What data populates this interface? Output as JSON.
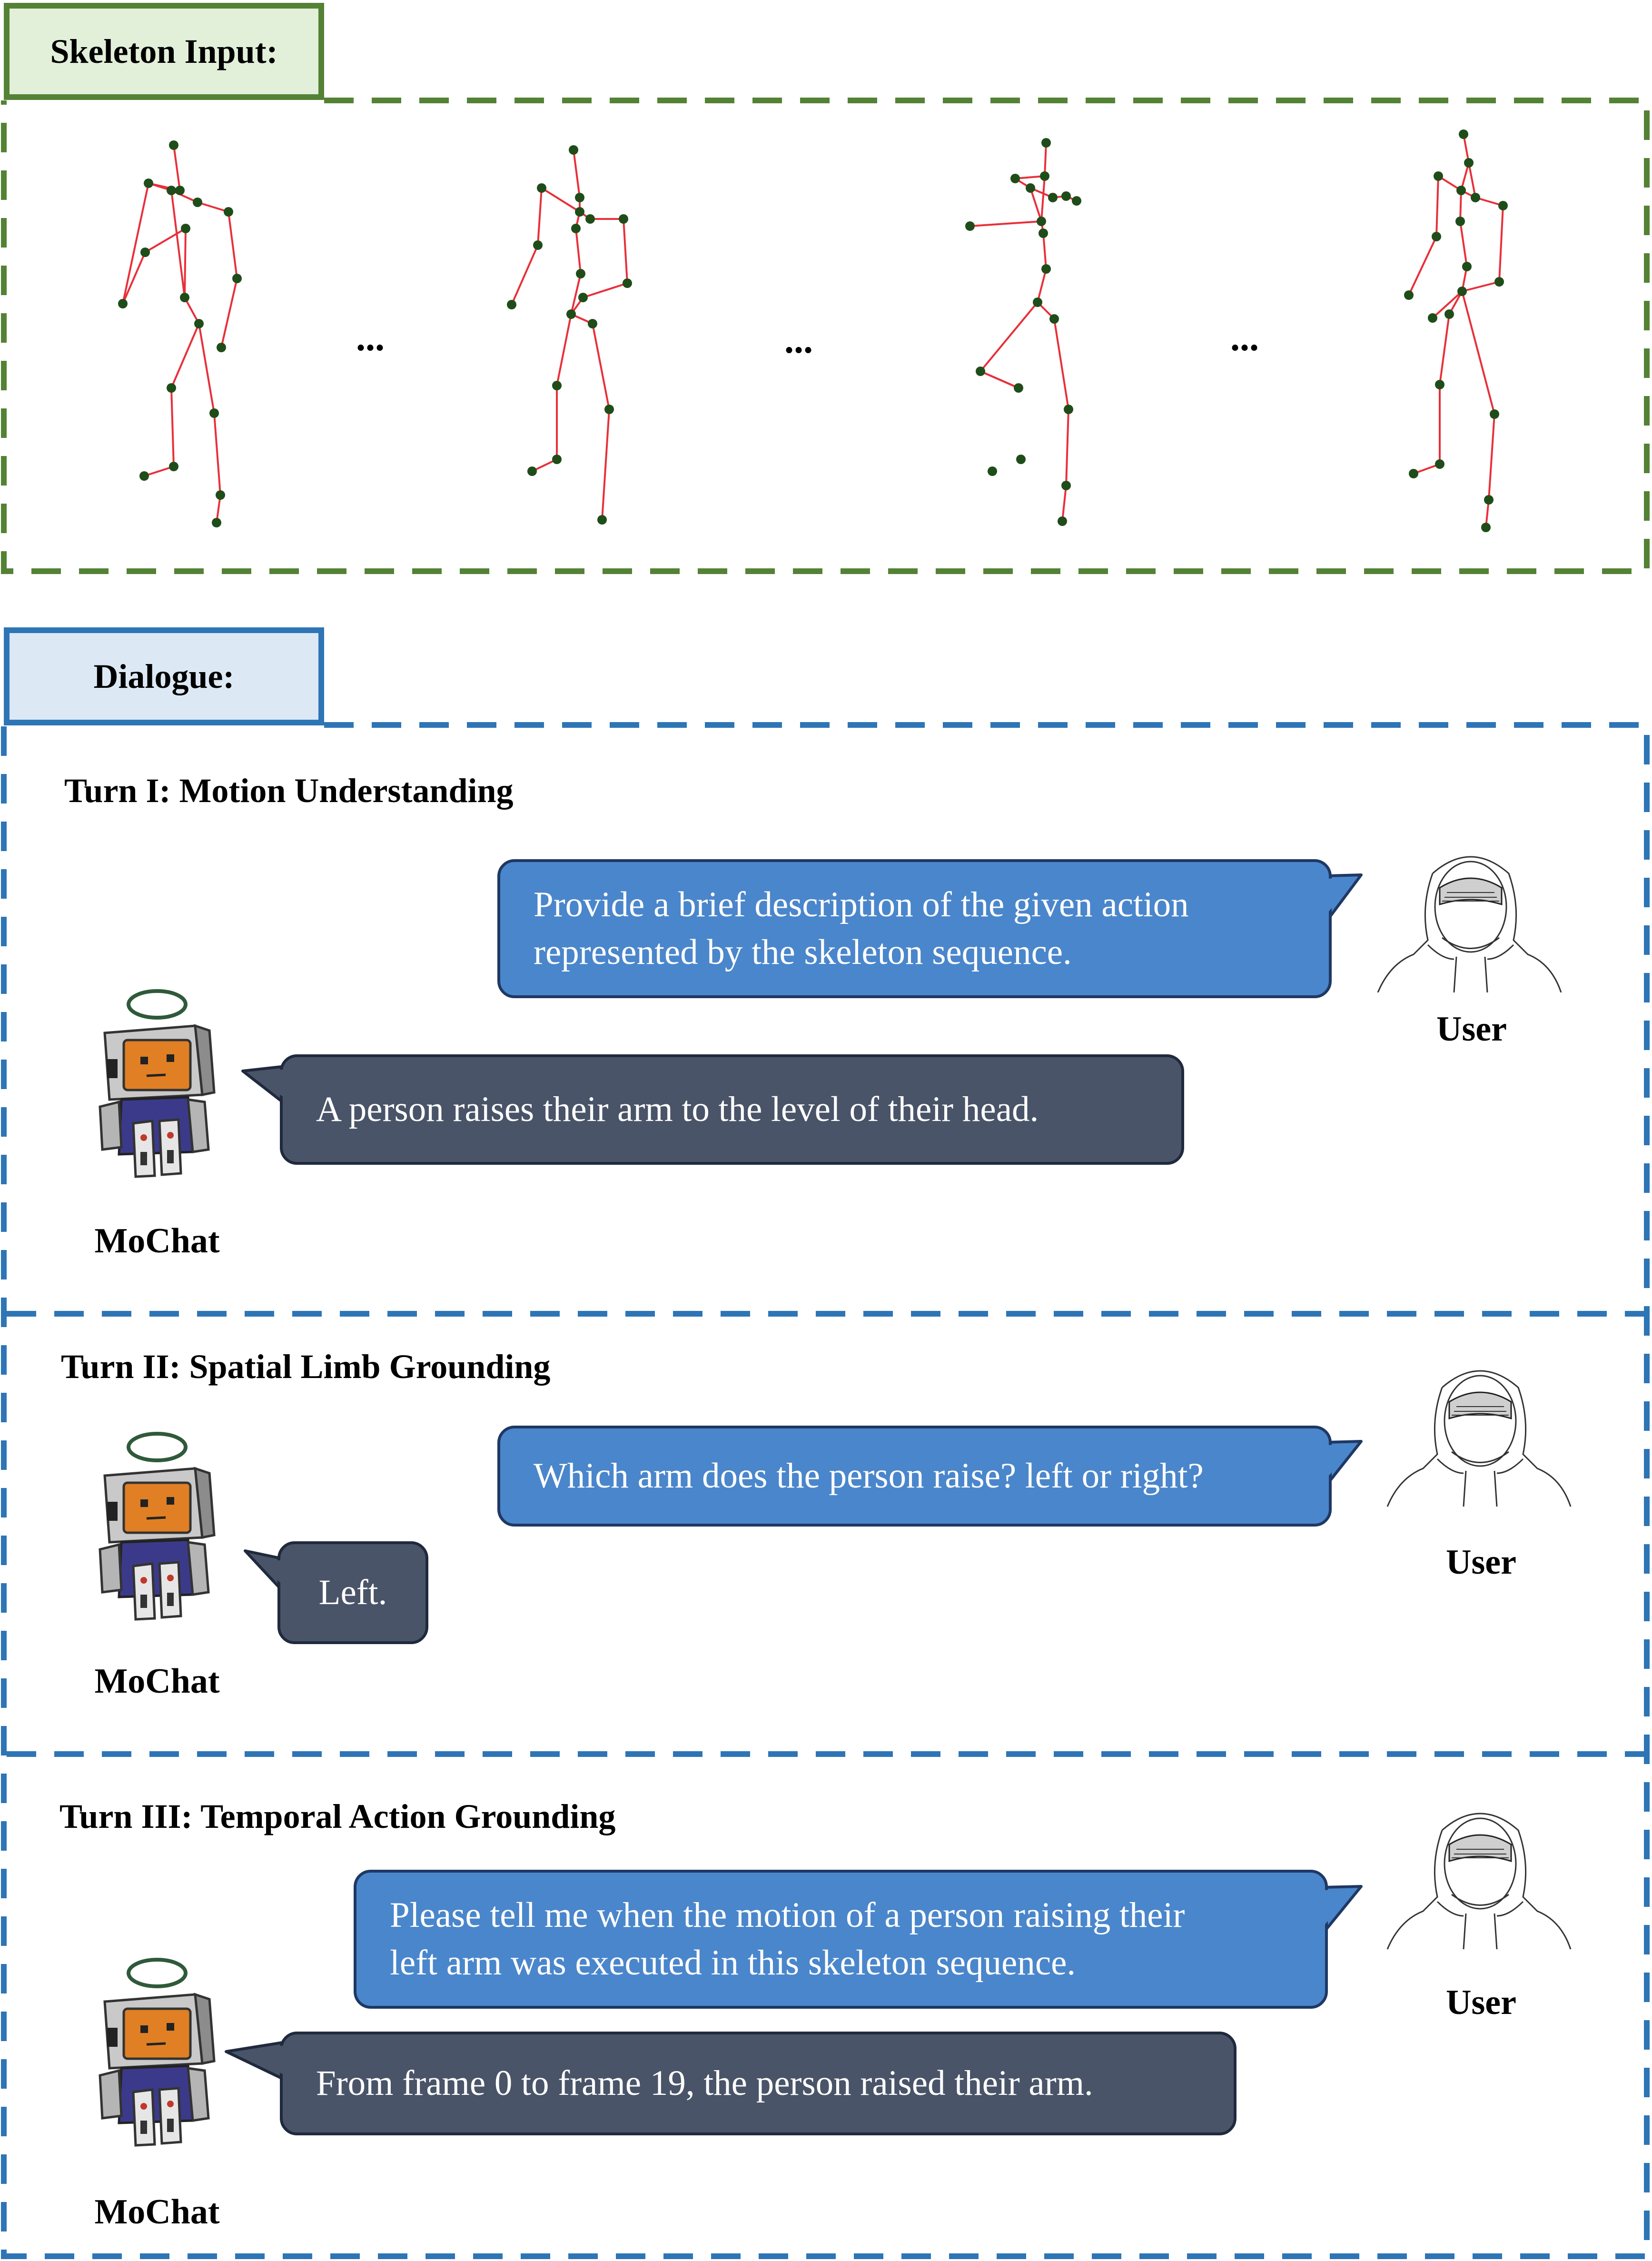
{
  "skeleton_section": {
    "label": "Skeleton Input:",
    "ellipsis": "..."
  },
  "dialogue_section": {
    "label": "Dialogue:"
  },
  "turns": [
    {
      "title": "Turn I: Motion Understanding",
      "user_message": "Provide a brief description of the given action represented by the skeleton sequence.",
      "user_lines": [
        "Provide a brief description of the given action",
        "represented by the skeleton sequence."
      ],
      "bot_message": "A person raises their arm to the level of their head.",
      "user_label": "User",
      "bot_label": "MoChat"
    },
    {
      "title": "Turn II: Spatial Limb Grounding",
      "user_message": "Which arm does the person raise? left or right?",
      "bot_message": "Left.",
      "user_label": "User",
      "bot_label": "MoChat"
    },
    {
      "title": "Turn III: Temporal Action Grounding",
      "user_message": "Please tell me when the motion of a person raising their left arm was executed in this skeleton sequence.",
      "user_lines": [
        "Please tell me when the motion of a person raising their",
        "left arm was executed in this skeleton sequence."
      ],
      "bot_message": "From frame 0 to frame 19, the person raised their arm.",
      "user_label": "User",
      "bot_label": "MoChat"
    }
  ],
  "colors": {
    "skeleton_frame": "#548235",
    "dialogue_frame": "#2e75b6",
    "user_bubble": "#4a86cb",
    "bot_bubble": "#4a5468",
    "bone": "#e8303a",
    "joint": "#1f4d1a"
  },
  "icons": {
    "user_avatar": "hooded-user-sketch-icon",
    "bot_avatar": "mochat-robot-icon"
  }
}
